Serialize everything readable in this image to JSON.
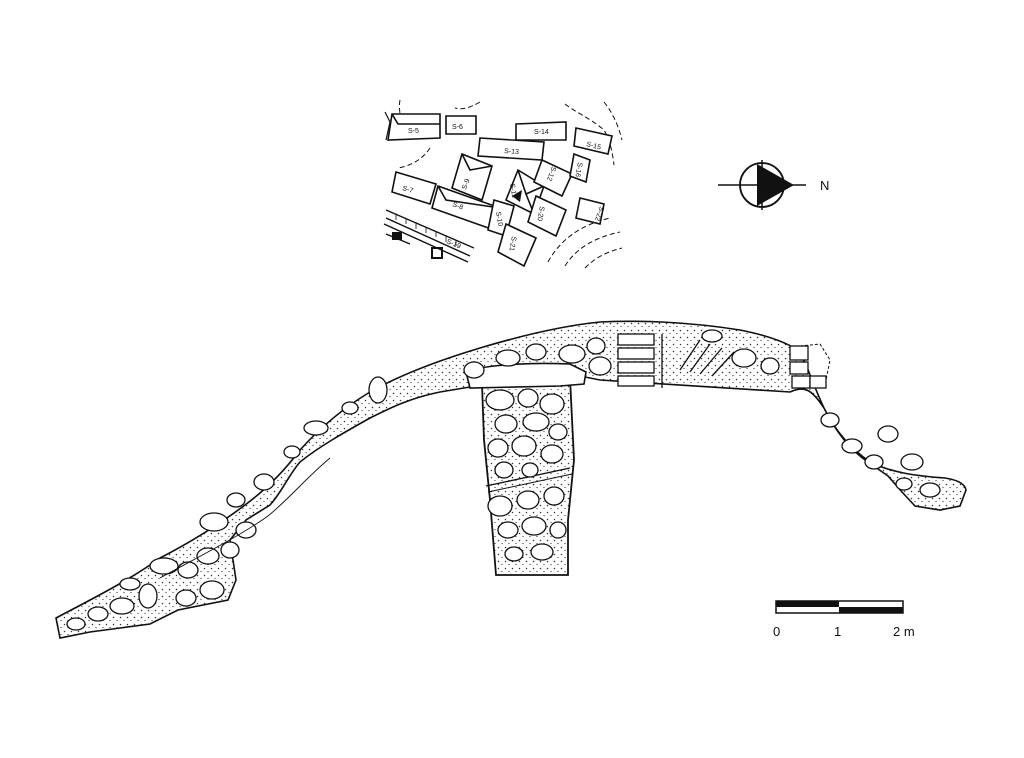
{
  "north_arrow": {
    "label": "N"
  },
  "inset_map": {
    "structures": [
      {
        "id": "s5",
        "label": "S-5"
      },
      {
        "id": "s6",
        "label": "S-6"
      },
      {
        "id": "s14",
        "label": "S-14"
      },
      {
        "id": "s15",
        "label": "S-15"
      },
      {
        "id": "s13",
        "label": "S-13"
      },
      {
        "id": "s7",
        "label": "S-7"
      },
      {
        "id": "s8",
        "label": "S-8"
      },
      {
        "id": "s9",
        "label": "S-9"
      },
      {
        "id": "s11",
        "label": "S-11"
      },
      {
        "id": "s12",
        "label": "S-12"
      },
      {
        "id": "s10",
        "label": "S-10"
      },
      {
        "id": "s16",
        "label": "S-16"
      },
      {
        "id": "s22",
        "label": "S-22"
      },
      {
        "id": "s20",
        "label": "S-20"
      },
      {
        "id": "s21",
        "label": "S-21"
      },
      {
        "id": "s19",
        "label": "S-19"
      }
    ]
  },
  "scale_bar": {
    "ticks": [
      {
        "value": "0"
      },
      {
        "value": "1"
      },
      {
        "value": "2 m"
      }
    ]
  },
  "colors": {
    "ink": "#111111",
    "paper": "#ffffff"
  }
}
